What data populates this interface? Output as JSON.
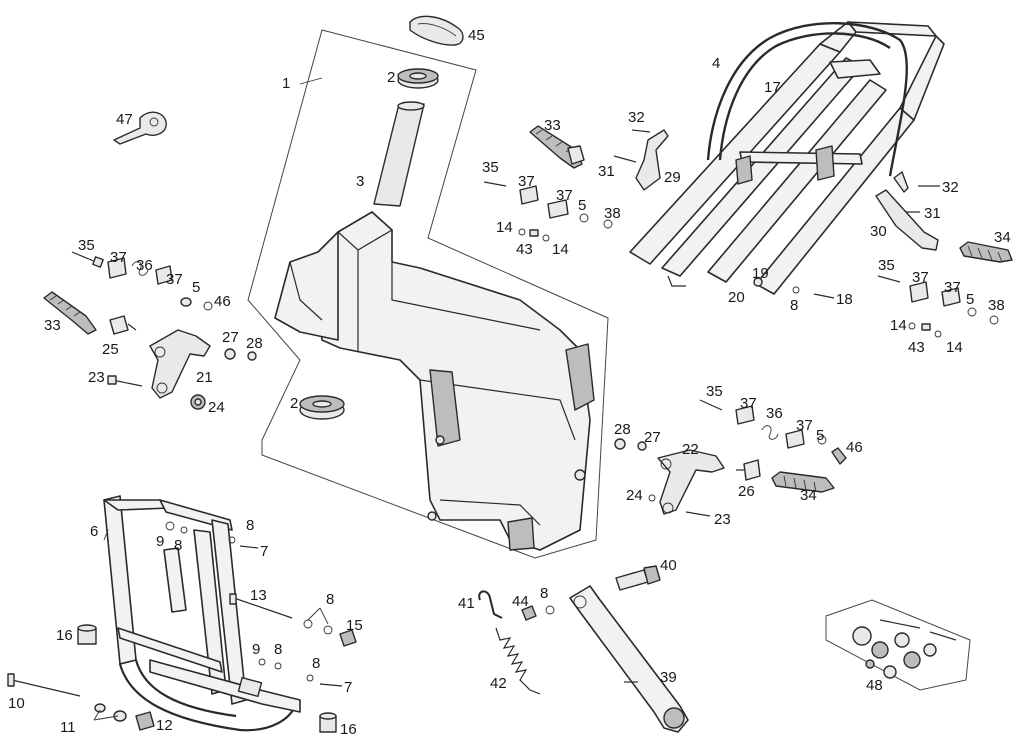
{
  "diagram": {
    "callouts": [
      "1",
      "2",
      "2",
      "3",
      "4",
      "5",
      "5",
      "5",
      "5",
      "6",
      "7",
      "7",
      "8",
      "8",
      "8",
      "8",
      "8",
      "8",
      "8",
      "9",
      "9",
      "10",
      "11",
      "12",
      "13",
      "14",
      "14",
      "14",
      "14",
      "15",
      "16",
      "16",
      "17",
      "18",
      "19",
      "20",
      "21",
      "22",
      "23",
      "23",
      "24",
      "24",
      "25",
      "26",
      "27",
      "27",
      "28",
      "28",
      "29",
      "30",
      "31",
      "31",
      "32",
      "32",
      "33",
      "33",
      "34",
      "34",
      "35",
      "35",
      "35",
      "35",
      "36",
      "36",
      "37",
      "37",
      "37",
      "37",
      "37",
      "37",
      "37",
      "37",
      "38",
      "38",
      "39",
      "40",
      "41",
      "42",
      "43",
      "43",
      "44",
      "45",
      "46",
      "46",
      "47",
      "48"
    ]
  }
}
